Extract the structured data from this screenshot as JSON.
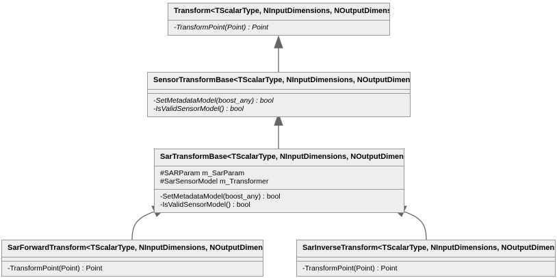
{
  "diagram": {
    "kind": "uml-class-inheritance-diagram",
    "background_color": "#ffffff",
    "box_fill_color": "#eeeeee",
    "box_border_color": "#999999",
    "edge_color": "#666666",
    "classes": [
      {
        "id": "transform",
        "name": "Transform<TScalarType, NInputDimensions, NOutputDimensions>",
        "attributes": [],
        "methods": [
          "-TransformPoint(Point) : Point"
        ],
        "methods_italic": true,
        "has_empty_attribute_row": false
      },
      {
        "id": "sensortransformbase",
        "name": "SensorTransformBase<TScalarType, NInputDimensions, NOutputDimensions>",
        "attributes": [],
        "methods": [
          "-SetMetadataModel(boost_any) : bool",
          "-IsValidSensorModel() : bool"
        ],
        "methods_italic": true,
        "has_empty_attribute_row": true
      },
      {
        "id": "sartransformbase",
        "name": "SarTransformBase<TScalarType, NInputDimensions, NOutputDimensions>",
        "attributes": [
          "#SARParam m_SarParam",
          "#SarSensorModel m_Transformer"
        ],
        "methods": [
          "-SetMetadataModel(boost_any) : bool",
          "-IsValidSensorModel() : bool"
        ],
        "methods_italic": false,
        "has_empty_attribute_row": false
      },
      {
        "id": "sarforwardtransform",
        "name": "SarForwardTransform<TScalarType, NInputDimensions, NOutputDimensions>",
        "attributes": [],
        "methods": [
          "-TransformPoint(Point) : Point"
        ],
        "methods_italic": false,
        "has_empty_attribute_row": true
      },
      {
        "id": "sarinversetransform",
        "name": "SarInverseTransform<TScalarType, NInputDimensions, NOutputDimensions>",
        "attributes": [],
        "methods": [
          "-TransformPoint(Point) : Point"
        ],
        "methods_italic": false,
        "has_empty_attribute_row": true
      }
    ],
    "edges": [
      {
        "id": "edge-sensorbase-to-transform",
        "from": "sensortransformbase",
        "to": "transform",
        "type": "generalization"
      },
      {
        "id": "edge-sarbase-to-sensorbase",
        "from": "sartransformbase",
        "to": "sensortransformbase",
        "type": "generalization"
      },
      {
        "id": "edge-forward-to-sarbase",
        "from": "sarforwardtransform",
        "to": "sartransformbase",
        "type": "generalization"
      },
      {
        "id": "edge-inverse-to-sarbase",
        "from": "sarinversetransform",
        "to": "sartransformbase",
        "type": "generalization"
      }
    ]
  }
}
